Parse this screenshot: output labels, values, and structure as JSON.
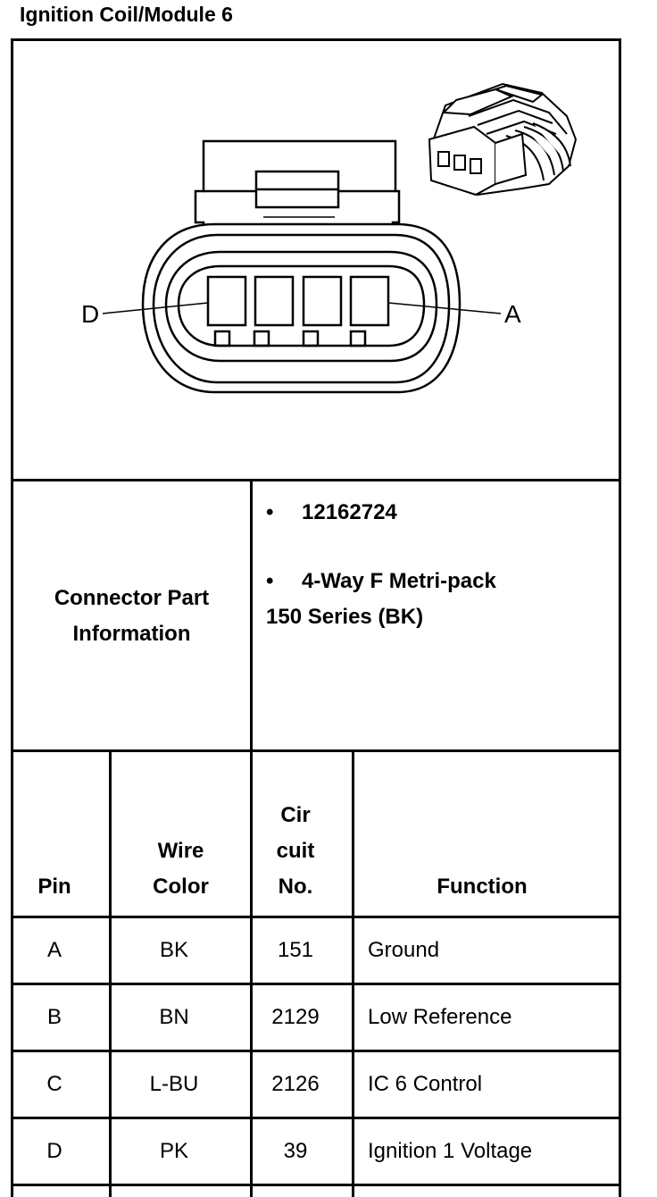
{
  "title": "Ignition Coil/Module 6",
  "diagram": {
    "label_left": "D",
    "label_right": "A"
  },
  "connector": {
    "label_line1": "Connector Part",
    "label_line2": "Information",
    "bullets": [
      {
        "bullet": "•",
        "text": "12162724"
      },
      {
        "bullet": "•",
        "text": "4-Way F Metri-pack"
      }
    ],
    "continuation": "150 Series (BK)"
  },
  "table": {
    "headers": {
      "pin": "Pin",
      "wire_color": [
        "Wire",
        "Color"
      ],
      "circuit": [
        "Cir",
        "cuit",
        "No."
      ],
      "function": "Function"
    },
    "rows": [
      {
        "pin": "A",
        "color": "BK",
        "circuit": "151",
        "function": "Ground"
      },
      {
        "pin": "B",
        "color": "BN",
        "circuit": "2129",
        "function": "Low Reference"
      },
      {
        "pin": "C",
        "color": "L-BU",
        "circuit": "2126",
        "function": "IC 6 Control"
      },
      {
        "pin": "D",
        "color": "PK",
        "circuit": "39",
        "function": "Ignition 1 Voltage"
      }
    ]
  }
}
